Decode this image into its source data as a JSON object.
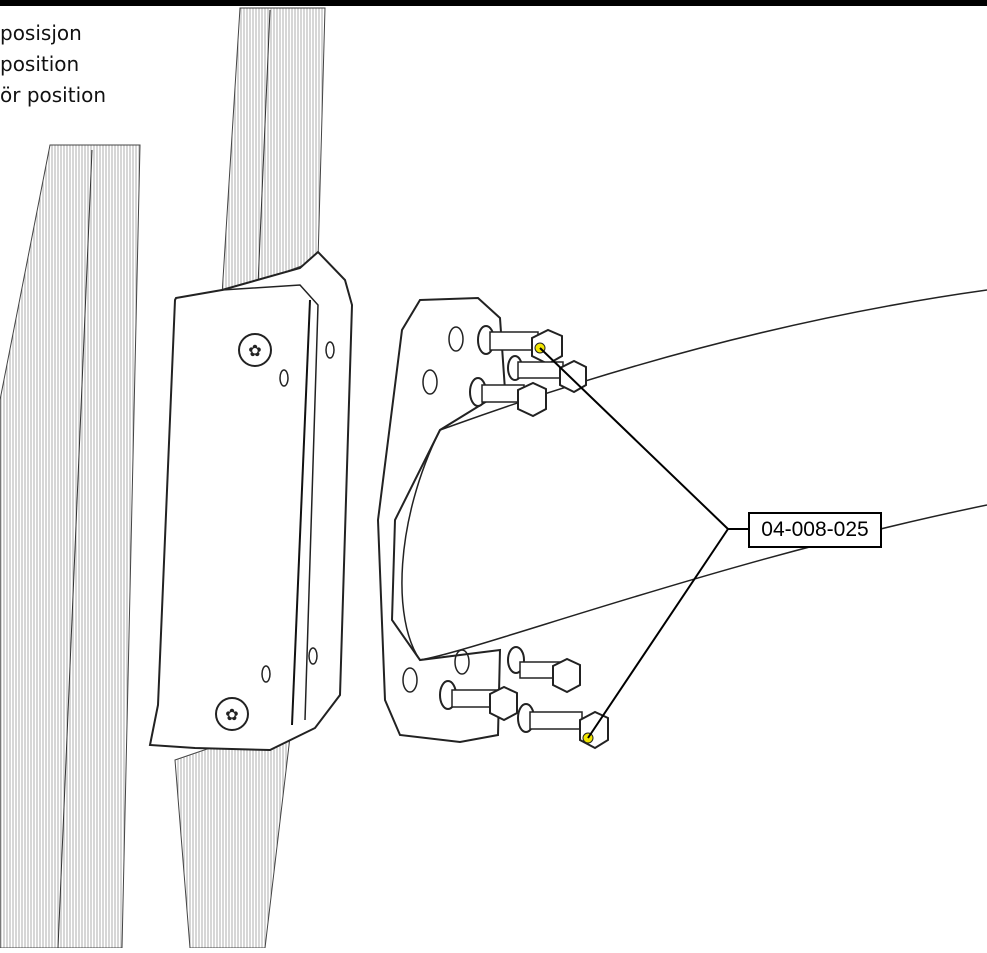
{
  "caption": {
    "lines": [
      "posisjon",
      "position",
      "ör position"
    ]
  },
  "callout": {
    "part_number": "04-008-025"
  },
  "colors": {
    "highlight": "#f2e600",
    "line": "#000000",
    "fill": "#ffffff"
  }
}
